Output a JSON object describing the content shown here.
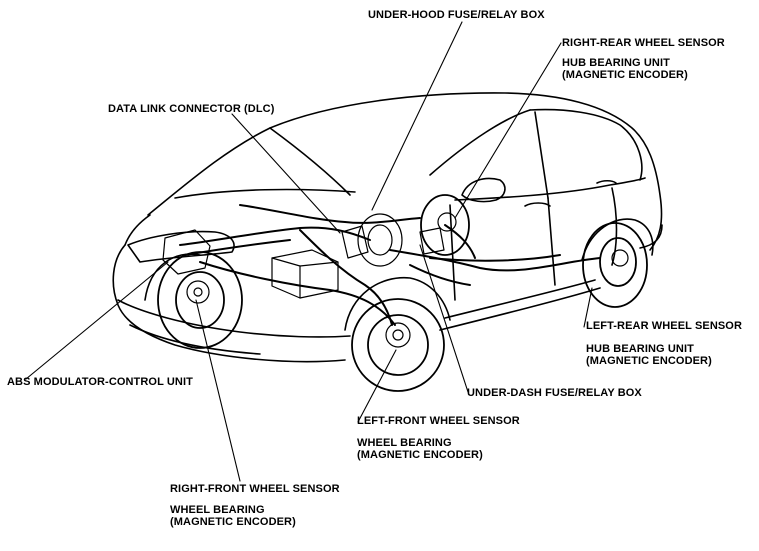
{
  "labels": {
    "under_hood_fuse_box": "UNDER-HOOD FUSE/RELAY BOX",
    "right_rear_wheel_sensor": "RIGHT-REAR WHEEL SENSOR",
    "right_rear_hub_line1": "HUB BEARING UNIT",
    "right_rear_hub_line2": "(MAGNETIC ENCODER)",
    "data_link_connector": "DATA LINK CONNECTOR (DLC)",
    "left_rear_wheel_sensor": "LEFT-REAR WHEEL SENSOR",
    "left_rear_hub_line1": "HUB BEARING UNIT",
    "left_rear_hub_line2": "(MAGNETIC ENCODER)",
    "abs_modulator": "ABS MODULATOR-CONTROL UNIT",
    "under_dash_fuse_box": "UNDER-DASH FUSE/RELAY BOX",
    "left_front_wheel_sensor": "LEFT-FRONT WHEEL SENSOR",
    "left_front_bearing_line1": "WHEEL BEARING",
    "left_front_bearing_line2": "(MAGNETIC ENCODER)",
    "right_front_wheel_sensor": "RIGHT-FRONT WHEEL SENSOR",
    "right_front_bearing_line1": "WHEEL BEARING",
    "right_front_bearing_line2": "(MAGNETIC ENCODER)"
  },
  "colors": {
    "ink": "#000000",
    "paper": "#ffffff"
  }
}
